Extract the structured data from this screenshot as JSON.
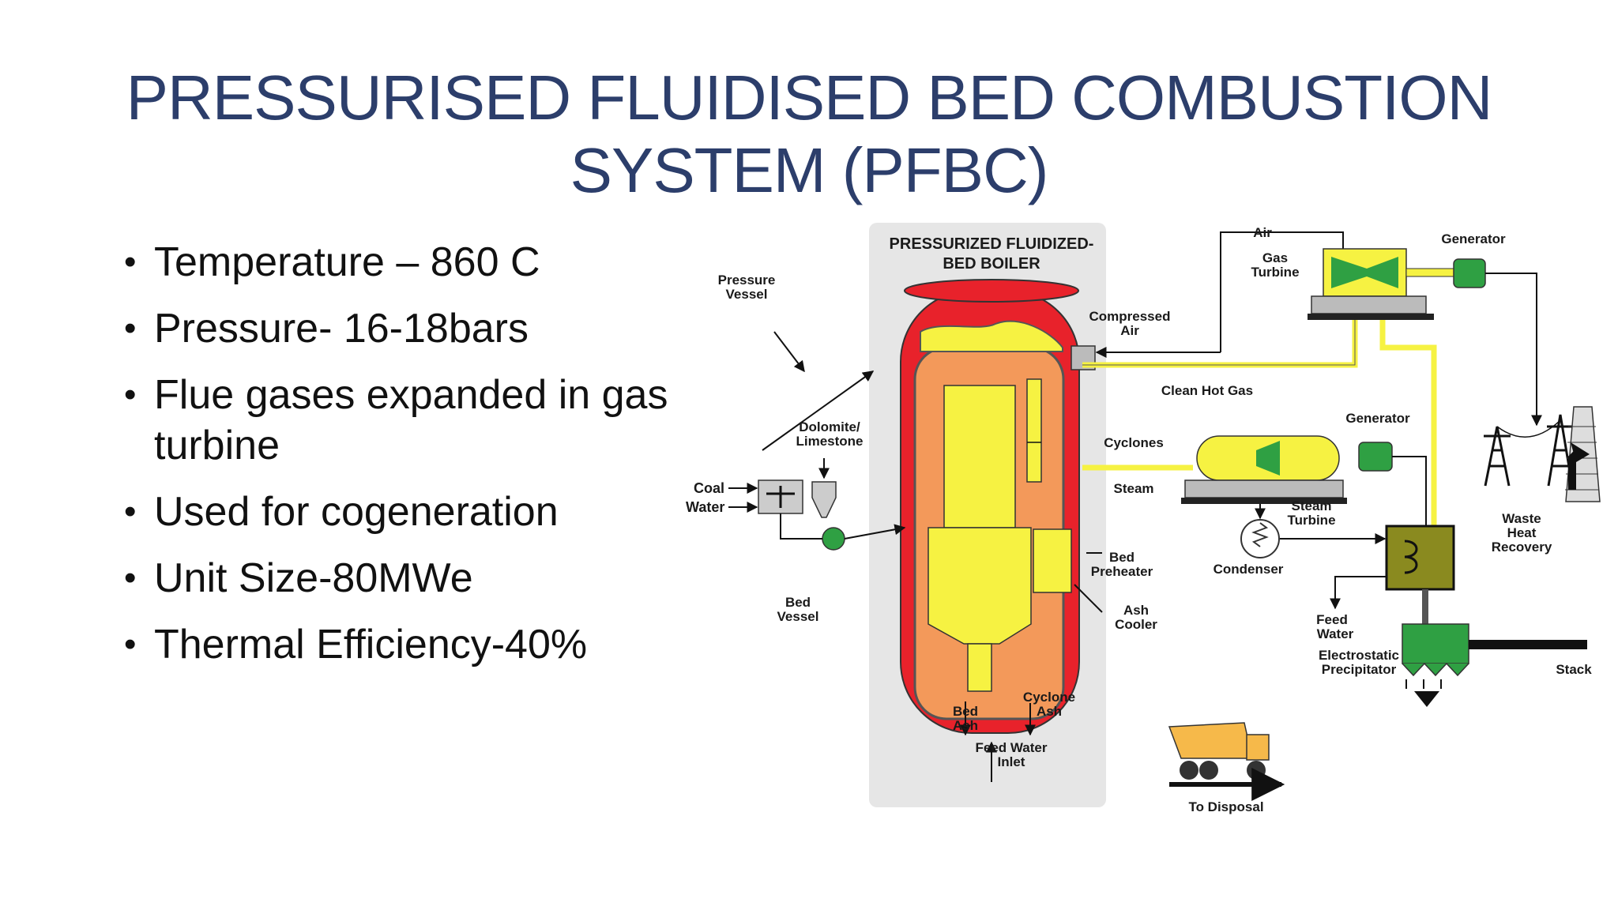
{
  "slide": {
    "title_line1": "PRESSURISED FLUIDISED BED COMBUSTION",
    "title_line2": "SYSTEM (PFBC)",
    "bullets": [
      {
        "line1": "Temperature – 860 C"
      },
      {
        "line1": "Pressure- 16-18bars"
      },
      {
        "line1": "Flue gases expanded in gas",
        "line2": "turbine"
      },
      {
        "line1": "Used for cogeneration"
      },
      {
        "line1": "Unit Size-80MWe"
      },
      {
        "line1": "Thermal Efficiency-40%"
      }
    ]
  },
  "diagram": {
    "boiler_title_1": "PRESSURIZED FLUIDIZED-",
    "boiler_title_2": "BED BOILER",
    "pressure_1": "Pressure",
    "pressure_2": "Vessel",
    "dolomite_1": "Dolomite/",
    "dolomite_2": "Limestone",
    "coal": "Coal",
    "water": "Water",
    "bedvessel_1": "Bed",
    "bedvessel_2": "Vessel",
    "compressed_1": "Compressed",
    "compressed_2": "Air",
    "clean_hot_gas": "Clean Hot Gas",
    "cyclones": "Cyclones",
    "steam": "Steam",
    "bedpre_1": "Bed",
    "bedpre_2": "Preheater",
    "ash_1": "Ash",
    "ash_2": "Cooler",
    "bedash_1": "Bed",
    "bedash_2": "Ash",
    "cycash_1": "Cyclone",
    "cycash_2": "Ash",
    "feedinlet_1": "Feed Water",
    "feedinlet_2": "Inlet",
    "air": "Air",
    "gasturb_1": "Gas",
    "gasturb_2": "Turbine",
    "generator_top": "Generator",
    "generator_mid": "Generator",
    "steamturb_1": "Steam",
    "steamturb_2": "Turbine",
    "condenser": "Condenser",
    "whr_1": "Waste",
    "whr_2": "Heat",
    "whr_3": "Recovery",
    "feedwater_1": "Feed",
    "feedwater_2": "Water",
    "esp_1": "Electrostatic",
    "esp_2": "Precipitator",
    "stack": "Stack",
    "disposal": "To Disposal"
  },
  "colors": {
    "title": "#2c3e6b",
    "vessel_red": "#e8222b",
    "bed_orange": "#f3995a",
    "yellow": "#f6f242",
    "olive": "#8a8a1f",
    "green": "#2fa043",
    "panel_gray": "#e6e6e6"
  }
}
